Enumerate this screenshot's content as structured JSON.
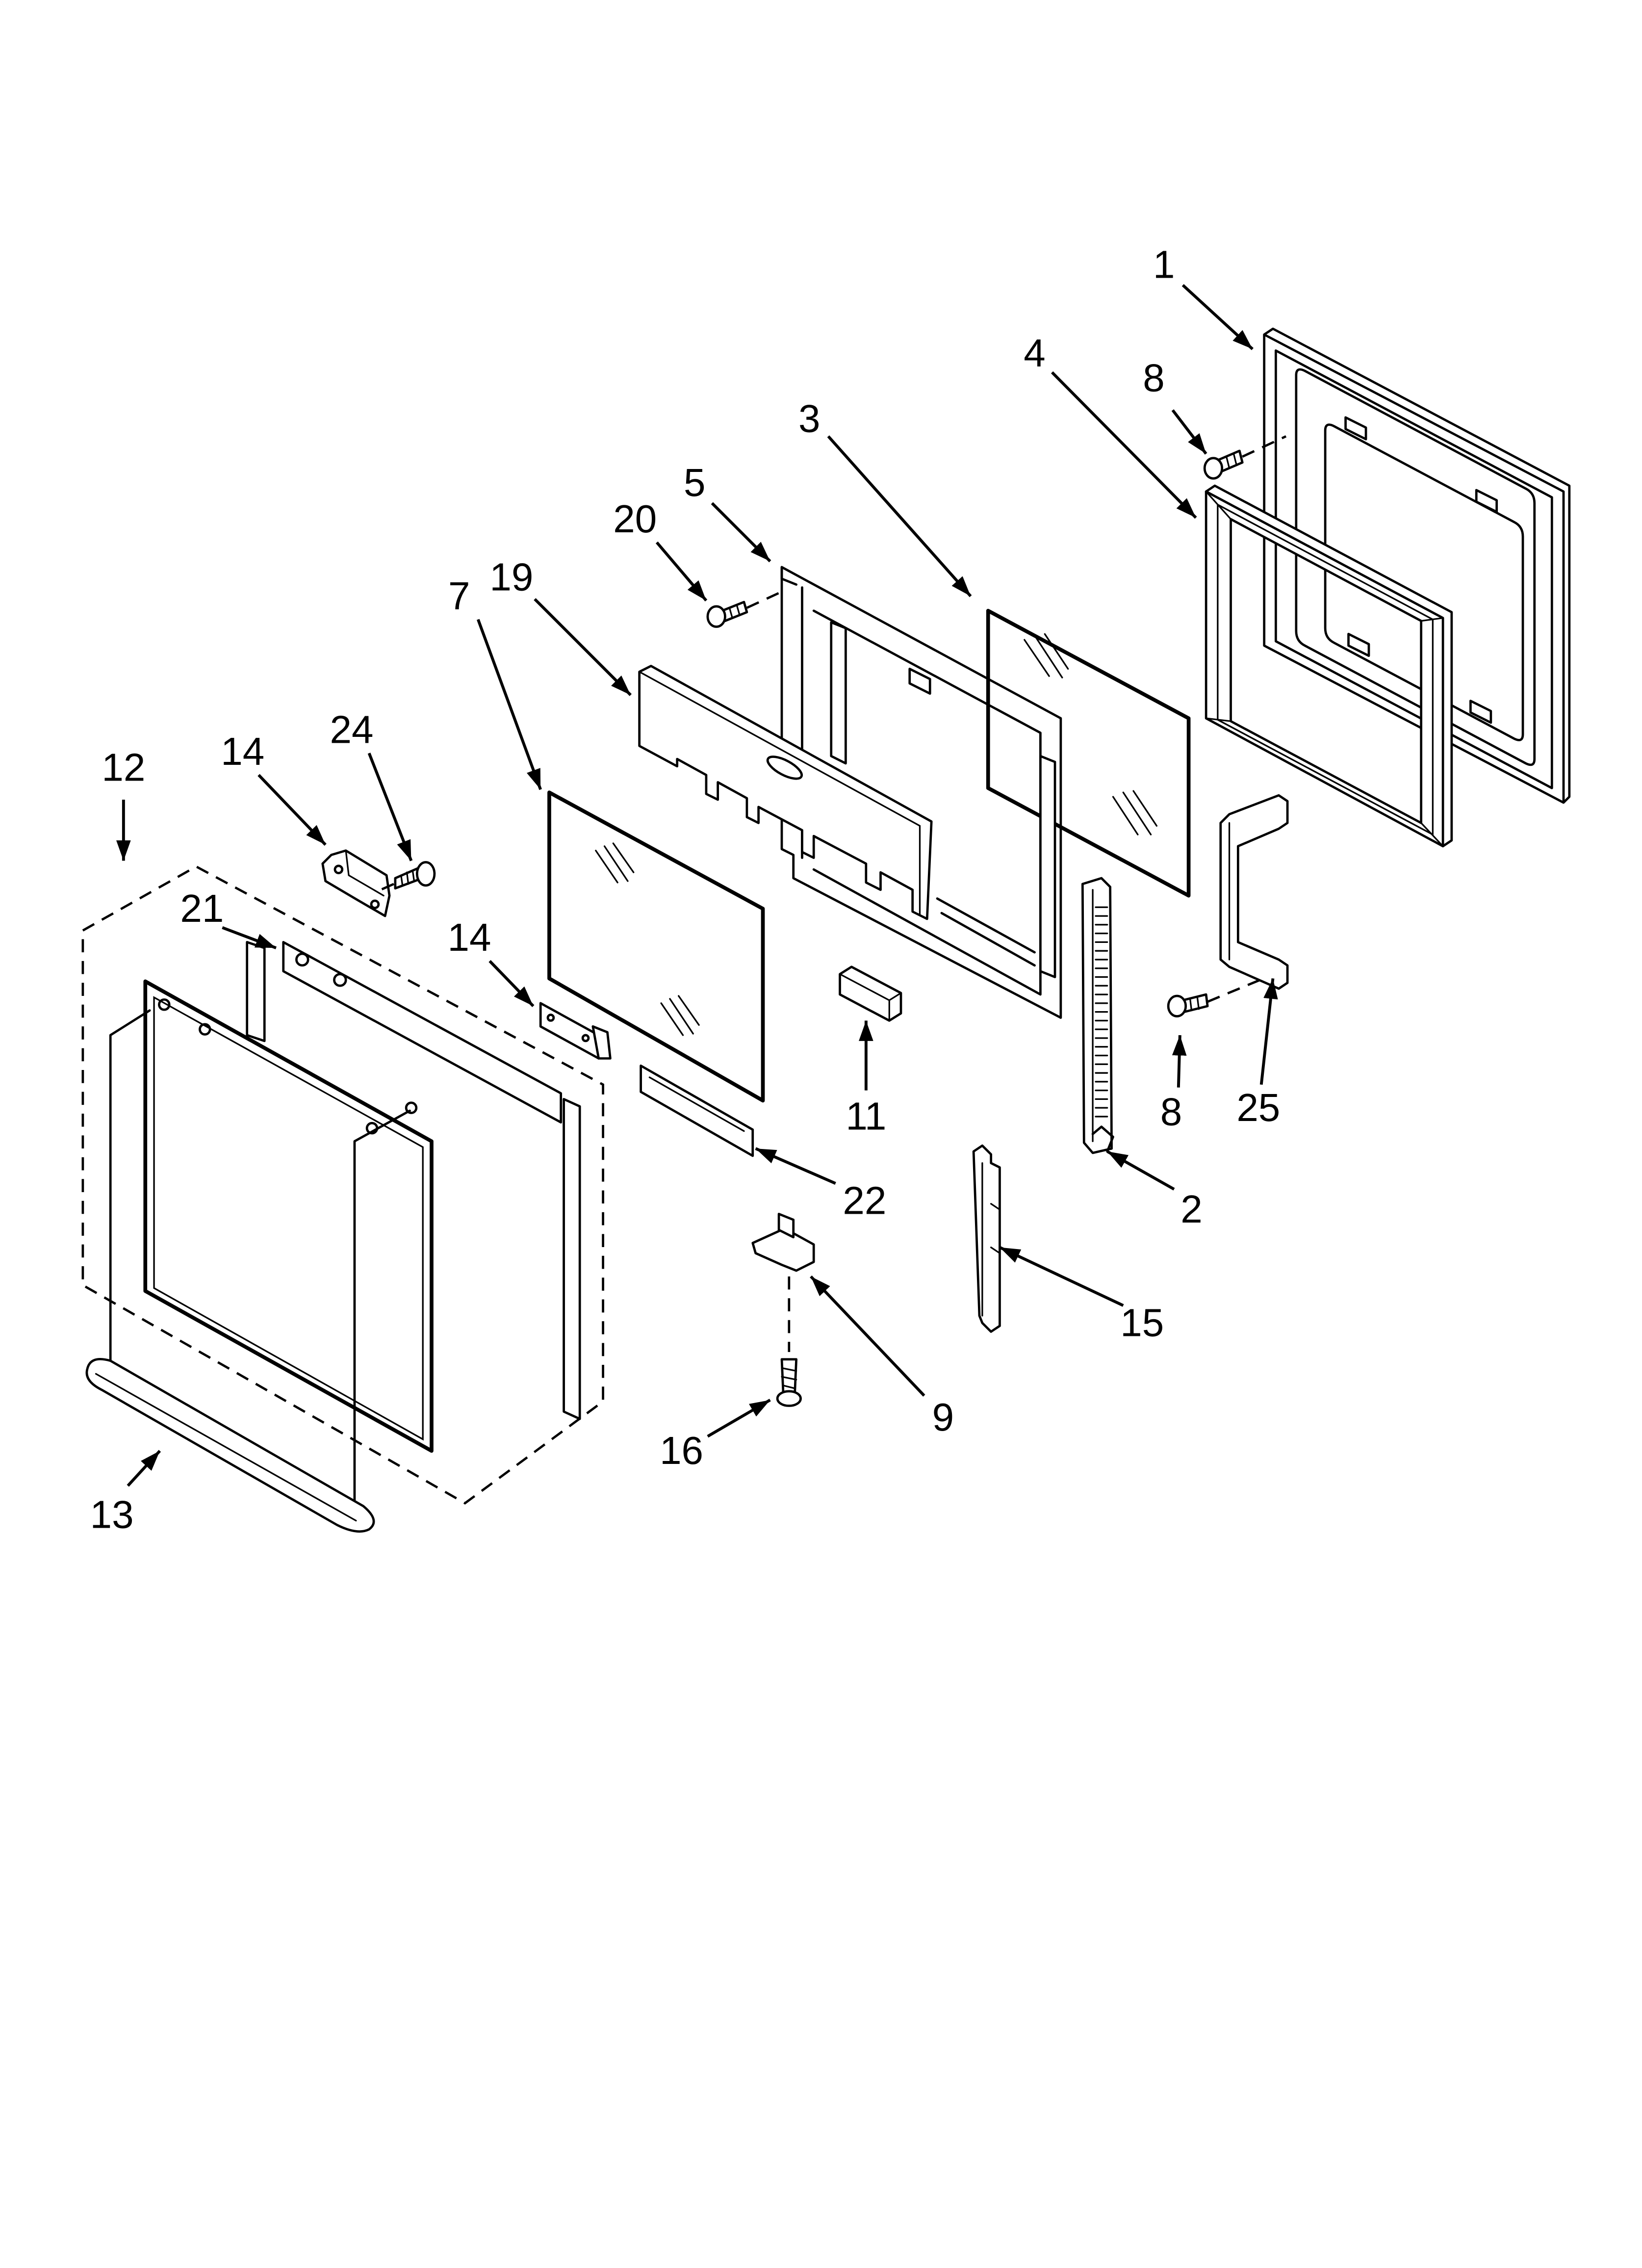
{
  "colors": {
    "line": "#000000",
    "background": "#ffffff"
  },
  "callouts": [
    "1",
    "4",
    "8",
    "3",
    "5",
    "20",
    "7",
    "19",
    "12",
    "14",
    "24",
    "21",
    "14",
    "11",
    "8",
    "25",
    "2",
    "22",
    "15",
    "9",
    "16",
    "13"
  ]
}
